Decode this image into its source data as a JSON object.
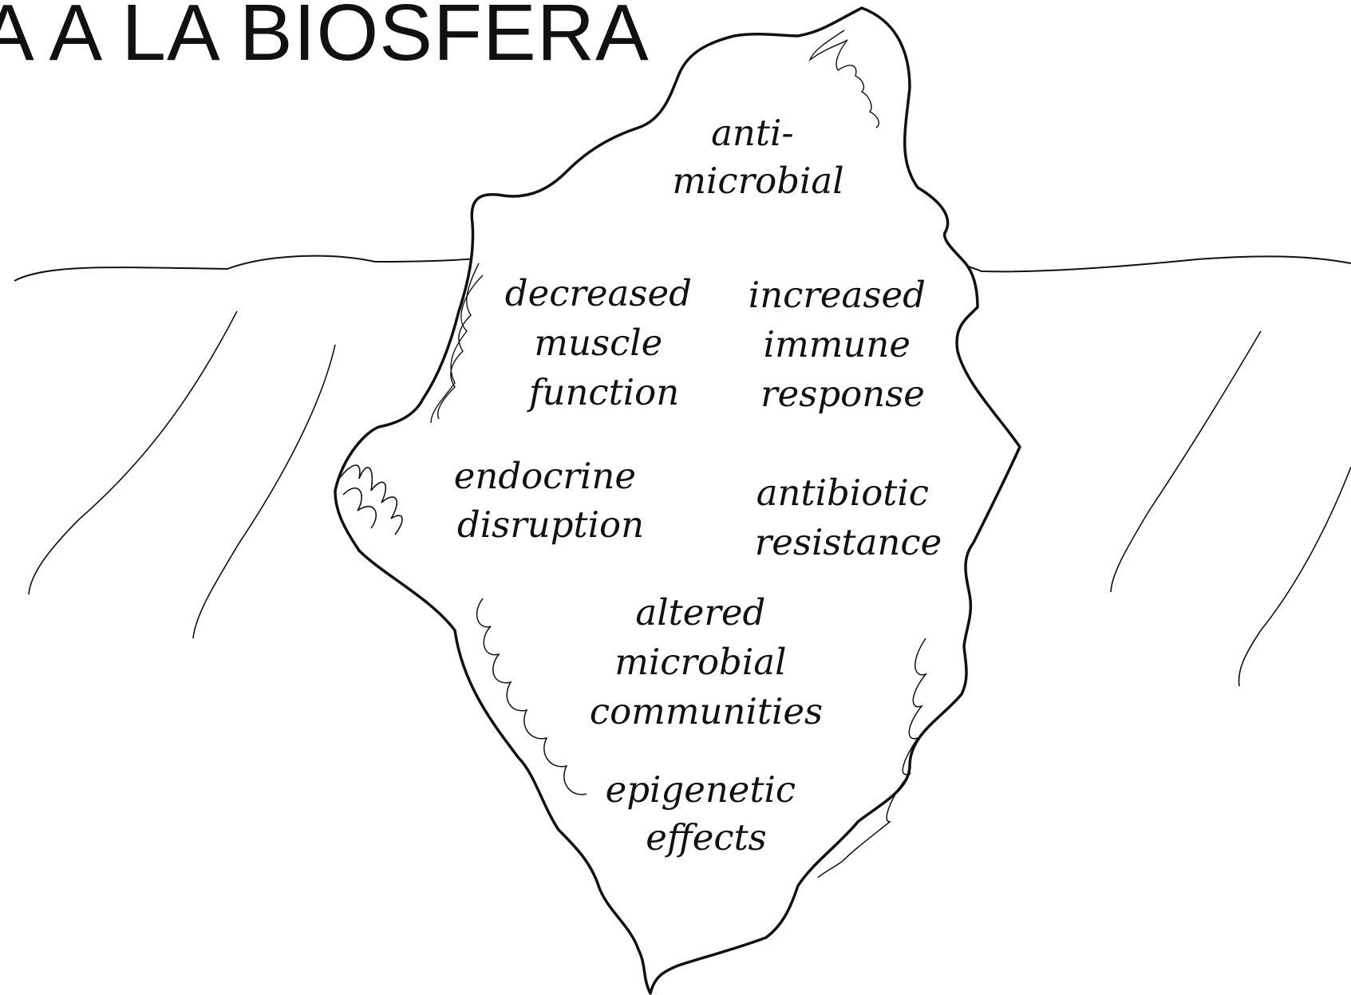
{
  "slide": {
    "title": "A A LA BIOSFERA"
  },
  "iceberg": {
    "above_water": {
      "label": [
        "anti-",
        "microbial"
      ]
    },
    "below_water": [
      {
        "id": "muscle",
        "label": [
          "decreased",
          "muscle",
          "function"
        ]
      },
      {
        "id": "immune",
        "label": [
          "increased",
          "immune",
          "response"
        ]
      },
      {
        "id": "endocrine",
        "label": [
          "endocrine",
          "disruption"
        ]
      },
      {
        "id": "resistance",
        "label": [
          "antibiotic",
          "resistance"
        ]
      },
      {
        "id": "microbial-communities",
        "label": [
          "altered",
          "microbial",
          "communities"
        ]
      },
      {
        "id": "epigenetic",
        "label": [
          "epigenetic",
          "effects"
        ]
      }
    ]
  },
  "colors": {
    "ink": "#111111",
    "background": "#ffffff"
  }
}
